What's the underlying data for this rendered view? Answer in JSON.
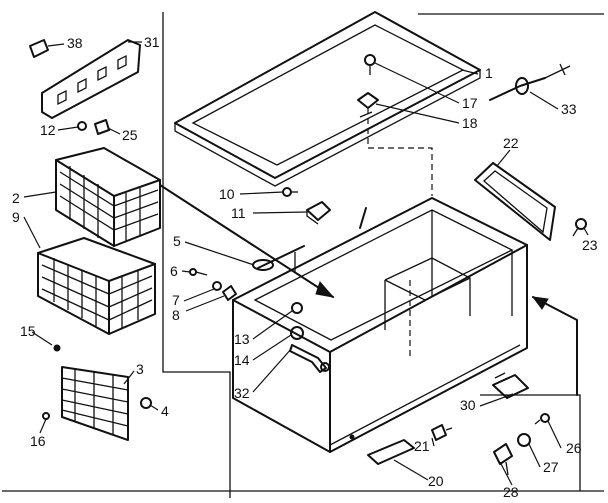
{
  "diagram": {
    "line_color": "#111111",
    "background": "#ffffff",
    "callouts": {
      "n1": "1",
      "n2": "2",
      "n3": "3",
      "n4": "4",
      "n5": "5",
      "n6": "6",
      "n7": "7",
      "n8": "8",
      "n9": "9",
      "n10": "10",
      "n11": "11",
      "n12": "12",
      "n13": "13",
      "n14": "14",
      "n15": "15",
      "n16": "16",
      "n17": "17",
      "n18": "18",
      "n20": "20",
      "n21": "21",
      "n22": "22",
      "n23": "23",
      "n25": "25",
      "n26": "26",
      "n27": "27",
      "n28": "28",
      "n30": "30",
      "n31": "31",
      "n32": "32",
      "n33": "33",
      "n38": "38"
    }
  }
}
